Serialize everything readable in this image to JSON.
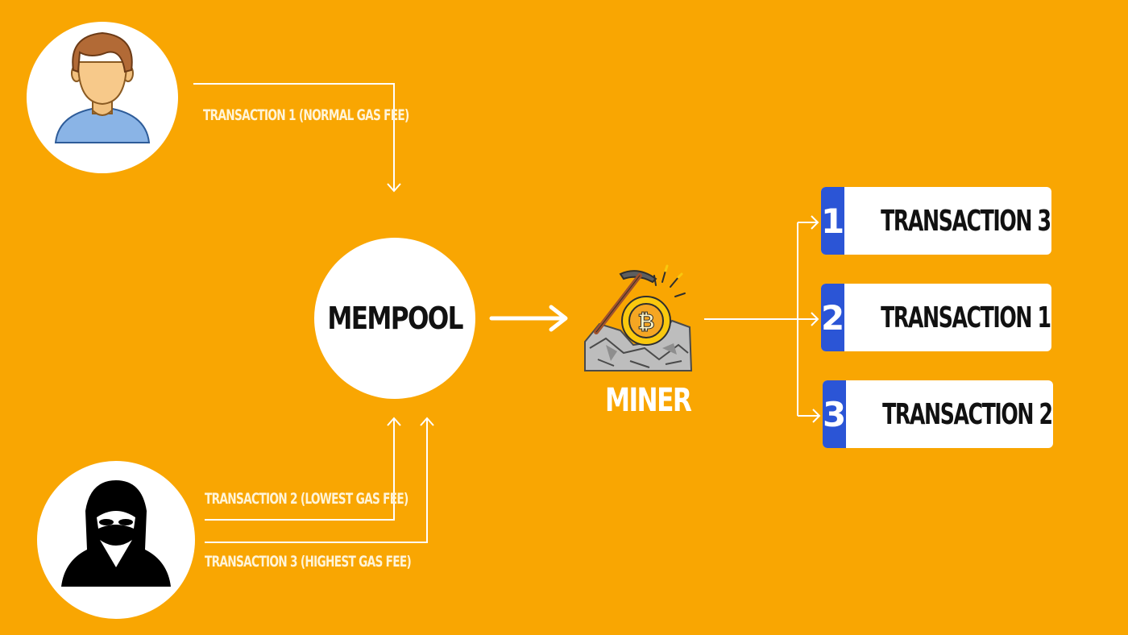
{
  "colors": {
    "background": "#F9A602",
    "card_number_bg": "#2B55D6",
    "card_bg": "#FFFFFF",
    "line": "#FFFFFF",
    "label_text": "#FFF4D8"
  },
  "nodes": {
    "user": {
      "icon": "user-avatar-icon"
    },
    "hacker": {
      "icon": "hooded-hacker-icon"
    },
    "mempool": {
      "label": "MEMPOOL"
    },
    "miner": {
      "label": "MINER",
      "icon": "bitcoin-mining-pickaxe-icon"
    }
  },
  "edges": {
    "tx1": "TRANSACTION 1 (NORMAL GAS FEE)",
    "tx2": "TRANSACTION 2 (LOWEST GAS FEE)",
    "tx3": "TRANSACTION 3 (HIGHEST GAS FEE)"
  },
  "ranking": [
    {
      "rank": "1",
      "label": "TRANSACTION 3"
    },
    {
      "rank": "2",
      "label": "TRANSACTION 1"
    },
    {
      "rank": "3",
      "label": "TRANSACTION 2"
    }
  ]
}
